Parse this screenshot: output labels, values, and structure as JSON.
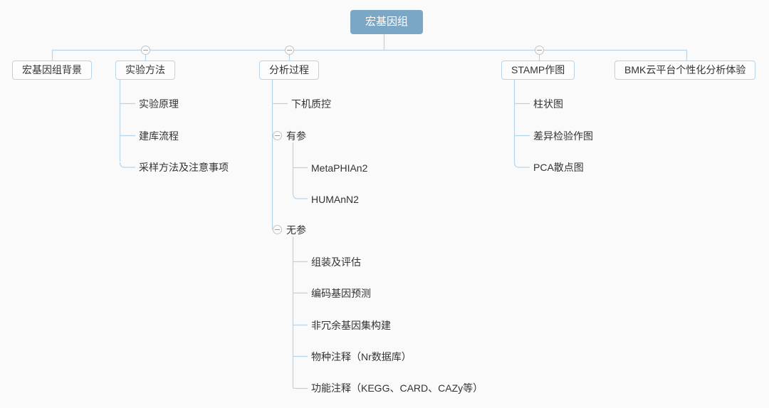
{
  "diagram": {
    "title": "宏基因组",
    "type": "mind-map",
    "background_color": "#fafafa",
    "root_fill_color": "#7ba7c7",
    "root_text_color": "#ffffff",
    "box_border_color": "#b8d4e8",
    "edge_color": "#b8d4e8",
    "text_color": "#333333"
  },
  "root": {
    "label": "宏基因组"
  },
  "branches": [
    {
      "label": "宏基因组背景",
      "collapsible": false,
      "children": []
    },
    {
      "label": "实验方法",
      "collapsible": true,
      "toggle_state": "expanded",
      "children": [
        {
          "label": "实验原理"
        },
        {
          "label": "建库流程"
        },
        {
          "label": "采样方法及注意事项"
        }
      ]
    },
    {
      "label": "分析过程",
      "collapsible": true,
      "toggle_state": "expanded",
      "children": [
        {
          "label": "下机质控",
          "collapsible": false,
          "children": []
        },
        {
          "label": "有参",
          "collapsible": true,
          "toggle_state": "expanded",
          "children": [
            {
              "label": "MetaPHIAn2"
            },
            {
              "label": "HUMAnN2"
            }
          ]
        },
        {
          "label": "无参",
          "collapsible": true,
          "toggle_state": "expanded",
          "children": [
            {
              "label": "组装及评估"
            },
            {
              "label": "编码基因预测"
            },
            {
              "label": "非冗余基因集构建"
            },
            {
              "label": "物种注释（Nr数据库）"
            },
            {
              "label": "功能注释（KEGG、CARD、CAZy等）"
            }
          ]
        }
      ]
    },
    {
      "label": "STAMP作图",
      "collapsible": true,
      "toggle_state": "expanded",
      "children": [
        {
          "label": "柱状图"
        },
        {
          "label": "差异检验作图"
        },
        {
          "label": "PCA散点图"
        }
      ]
    },
    {
      "label": "BMK云平台个性化分析体验",
      "collapsible": false,
      "children": []
    }
  ]
}
